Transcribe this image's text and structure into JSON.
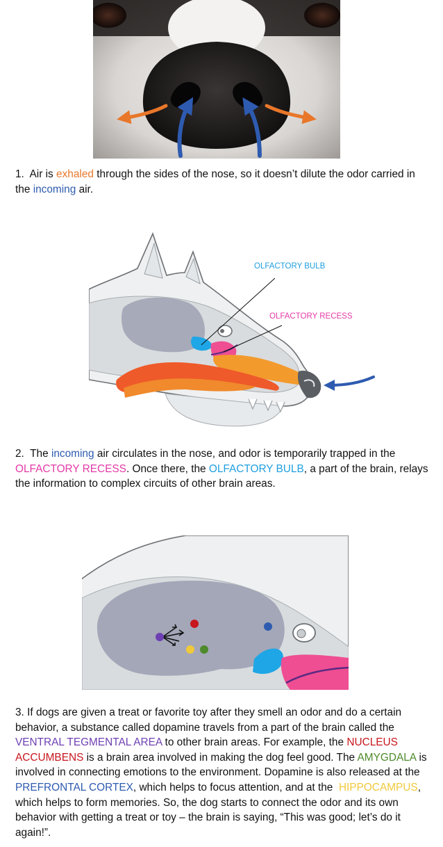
{
  "panel1": {
    "caption": {
      "num": "1.",
      "t1": "Air is",
      "exhaled": "exhaled",
      "t2": "through the sides of the nose, so it doesn’t dilute the odor carried in the",
      "incoming": "incoming",
      "t3": "air."
    }
  },
  "panel2": {
    "labels": {
      "olfactory_bulb": "OLFACTORY BULB",
      "olfactory_recess": "OLFACTORY RECESS"
    },
    "caption": {
      "num": "2.",
      "t1": "The",
      "incoming": "incoming",
      "t2": "air circulates in the nose, and odor is temporarily trapped in the",
      "recess": "OLFACTORY RECESS",
      "t3": ".  Once there, the",
      "bulb": "OLFACTORY BULB",
      "t4": ", a part of the brain, relays the information to complex circuits of other brain areas."
    }
  },
  "panel3": {
    "caption": {
      "num": "3.",
      "t1": "If dogs are given a treat or favorite toy after they smell an odor and do a certain behavior, a substance called dopamine travels from a part of the brain called the",
      "vta": "VENTRAL TEGMENTAL AREA",
      "t2": "to other brain areas. For example, the",
      "nacc": "NUCLEUS ACCUMBENS",
      "t3": "is a brain area involved in making the dog feel good. The",
      "amygdala": "AMYGDALA",
      "t4": "is involved in connecting emotions to the environment. Dopamine is also released at the",
      "pfc": "PREFRONTAL CORTEX",
      "t5": ", which helps to focus attention, and at the",
      "hippo": "HIPPOCAMPUS",
      "t6": ", which helps to form memories. So, the dog starts to connect the odor and its own behavior with getting a treat or toy – the brain is saying, “This was good; let’s do it again!”."
    }
  },
  "colors": {
    "exhaled": "#e8772a",
    "incoming": "#2e5bb0",
    "recess": "#e43aa7",
    "bulb": "#1f9fe0",
    "vta": "#6e3fb3",
    "nacc": "#c8161d",
    "amygdala": "#4e8a2c",
    "hippocampus": "#f0c93a"
  }
}
